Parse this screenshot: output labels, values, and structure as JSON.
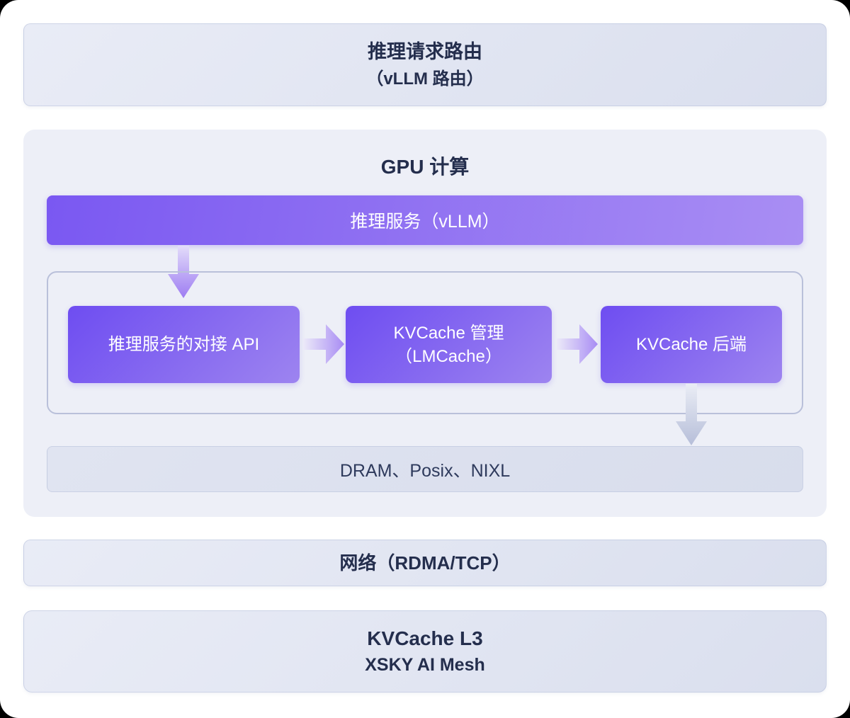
{
  "diagram": {
    "router": {
      "title": "推理请求路由",
      "subtitle": "（vLLM 路由）"
    },
    "gpu": {
      "title": "GPU 计算",
      "inference_service": "推理服务（vLLM）",
      "pipeline": [
        {
          "label": "推理服务的对接 API"
        },
        {
          "label": "KVCache 管理",
          "sublabel": "（LMCache）"
        },
        {
          "label": "KVCache 后端"
        }
      ],
      "storage_backends": "DRAM、Posix、NIXL"
    },
    "network": {
      "title": "网络（RDMA/TCP）"
    },
    "l3": {
      "title": "KVCache L3",
      "subtitle": "XSKY AI Mesh"
    }
  },
  "colors": {
    "purple_dark": "#6e4df1",
    "purple_light": "#a98ef3",
    "layer_bg_light": "#e9ecf6",
    "layer_bg_dark": "#dadfee",
    "gpu_panel_bg": "#edeff7",
    "frame_border": "#b9c0da",
    "text_dark": "#242e4d",
    "text_white": "#ffffff",
    "arrow_gray": "#b6bed9",
    "arrow_purple": "#9d7cf2"
  }
}
